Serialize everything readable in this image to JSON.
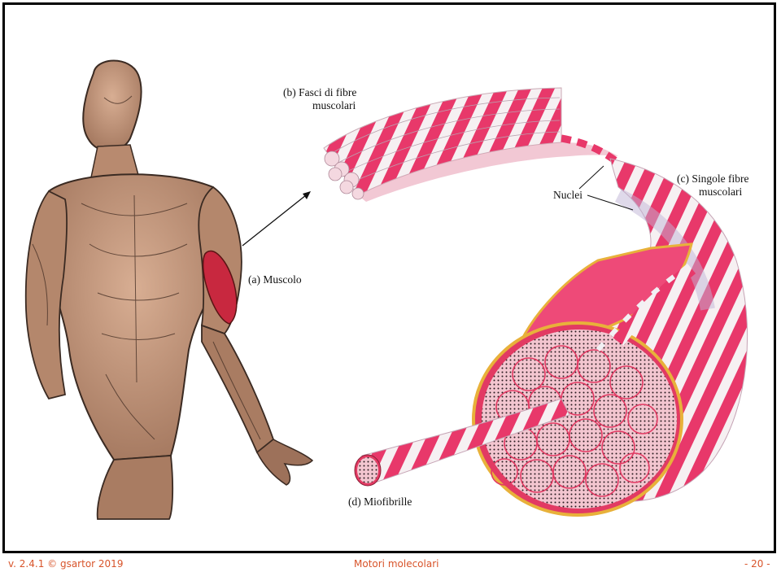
{
  "figure": {
    "labels": {
      "muscle": "(a) Muscolo",
      "bundles_line1": "(b) Fasci di fibre",
      "bundles_line2": "muscolari",
      "fibers_line1": "(c) Singole fibre",
      "fibers_line2": "muscolari",
      "nuclei": "Nuclei",
      "myofibrils": "(d) Miofibrille"
    }
  },
  "footer": {
    "version": "v. 2.4.1 © gsartor 2019",
    "title": "Motori molecolari",
    "page": "- 20 -"
  },
  "colors": {
    "footer_text": "#d8542a",
    "muscle_red": "#e23a63",
    "band_pink": "#f4a8bc",
    "skin": "#c79a80",
    "outline": "#3a2a22",
    "sheath_yellow": "#e8b13a"
  }
}
